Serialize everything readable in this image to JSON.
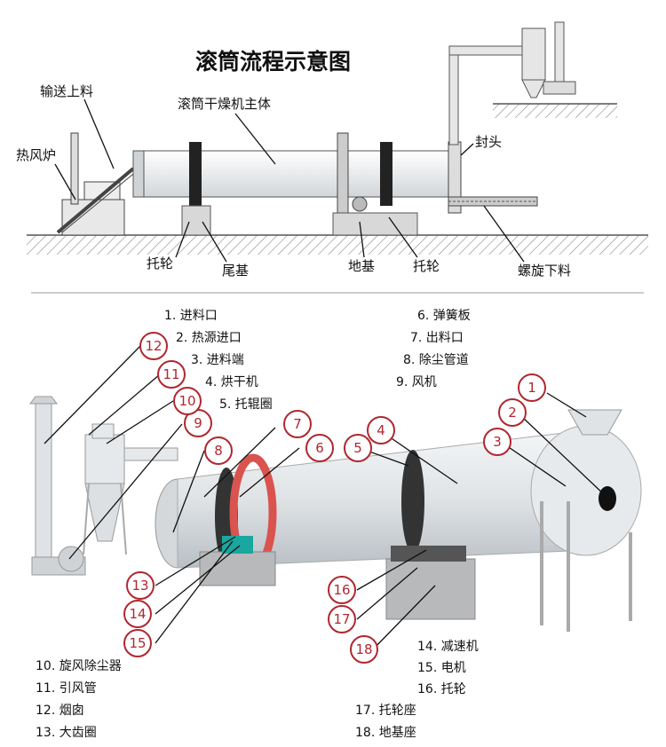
{
  "top_diagram": {
    "title": "滚筒流程示意图",
    "labels": {
      "conveyor": "输送上料",
      "furnace": "热风炉",
      "main_body": "滚筒干燥机主体",
      "end_cover": "封头",
      "riding_wheel_left": "托轮",
      "tail_base": "尾基",
      "foundation": "地基",
      "riding_wheel_right": "托轮",
      "screw_discharge": "螺旋下料"
    }
  },
  "bottom_diagram": {
    "legend_top_left": [
      "1. 进料口",
      "2. 热源进口",
      "3. 进料端",
      "4. 烘干机",
      "5. 托辊圈"
    ],
    "legend_top_right": [
      "6. 弹簧板",
      "7. 出料口",
      "8. 除尘管道",
      "9. 风机"
    ],
    "legend_bottom_left": [
      "10. 旋风除尘器",
      "11. 引风管",
      "12. 烟囱",
      "13. 大齿圈"
    ],
    "legend_bottom_right": [
      "14. 减速机",
      "15. 电机",
      "16. 托轮",
      "17. 托轮座",
      "18. 地基座"
    ],
    "callouts": [
      "1",
      "2",
      "3",
      "4",
      "5",
      "6",
      "7",
      "8",
      "9",
      "10",
      "11",
      "12",
      "13",
      "14",
      "15",
      "16",
      "17",
      "18"
    ]
  },
  "colors": {
    "callout": "#b0272f",
    "drum": "#dfe3e6",
    "gear_ring": "#d9534f",
    "motor": "#1aa7a0",
    "ground": "#aaaaaa"
  }
}
